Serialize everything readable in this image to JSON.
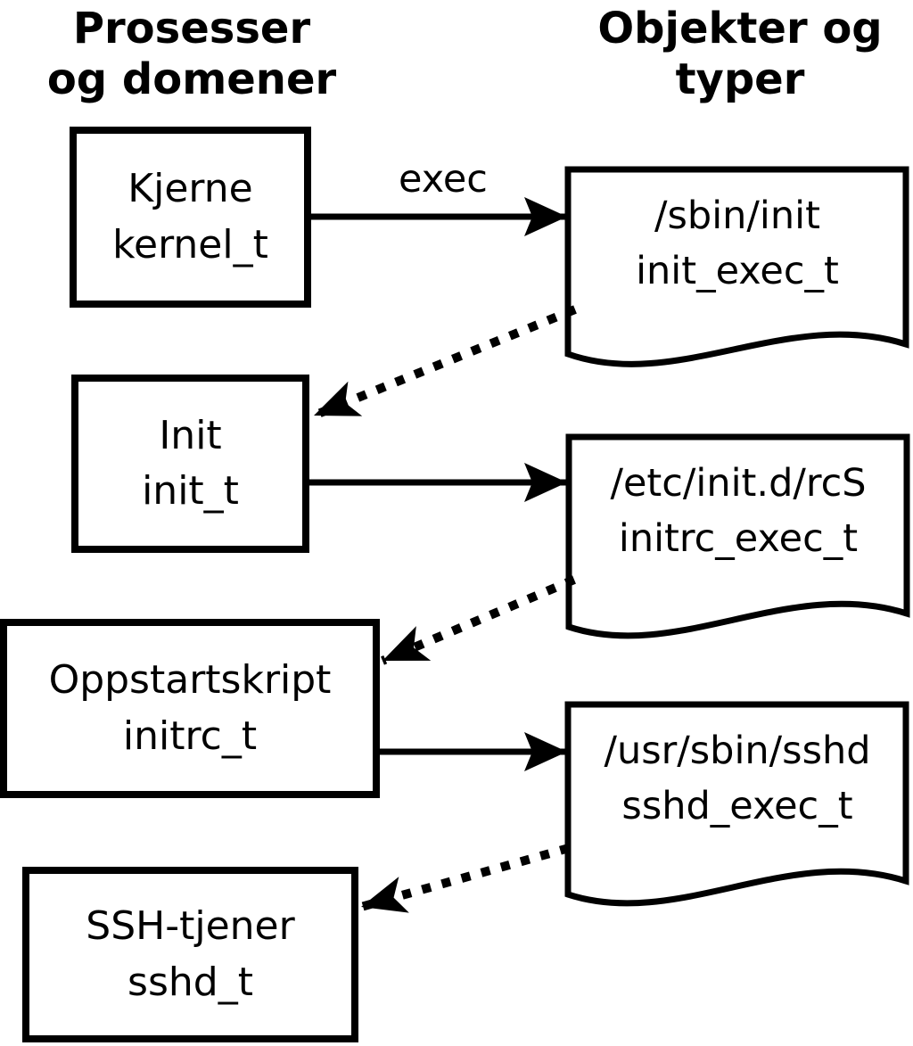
{
  "headers": {
    "left": "Prosesser\nog domener",
    "right": "Objekter og\ntyper"
  },
  "processes": [
    {
      "name": "Kjerne",
      "domain": "kernel_t"
    },
    {
      "name": "Init",
      "domain": "init_t"
    },
    {
      "name": "Oppstartskript",
      "domain": "initrc_t"
    },
    {
      "name": "SSH-tjener",
      "domain": "sshd_t"
    }
  ],
  "objects": [
    {
      "path": "/sbin/init",
      "type": "init_exec_t"
    },
    {
      "path": "/etc/init.d/rcS",
      "type": "initrc_exec_t"
    },
    {
      "path": "/usr/sbin/sshd",
      "type": "sshd_exec_t"
    }
  ],
  "edges": {
    "exec_label": "exec"
  },
  "colors": {
    "stroke": "#000000",
    "background": "#ffffff"
  }
}
